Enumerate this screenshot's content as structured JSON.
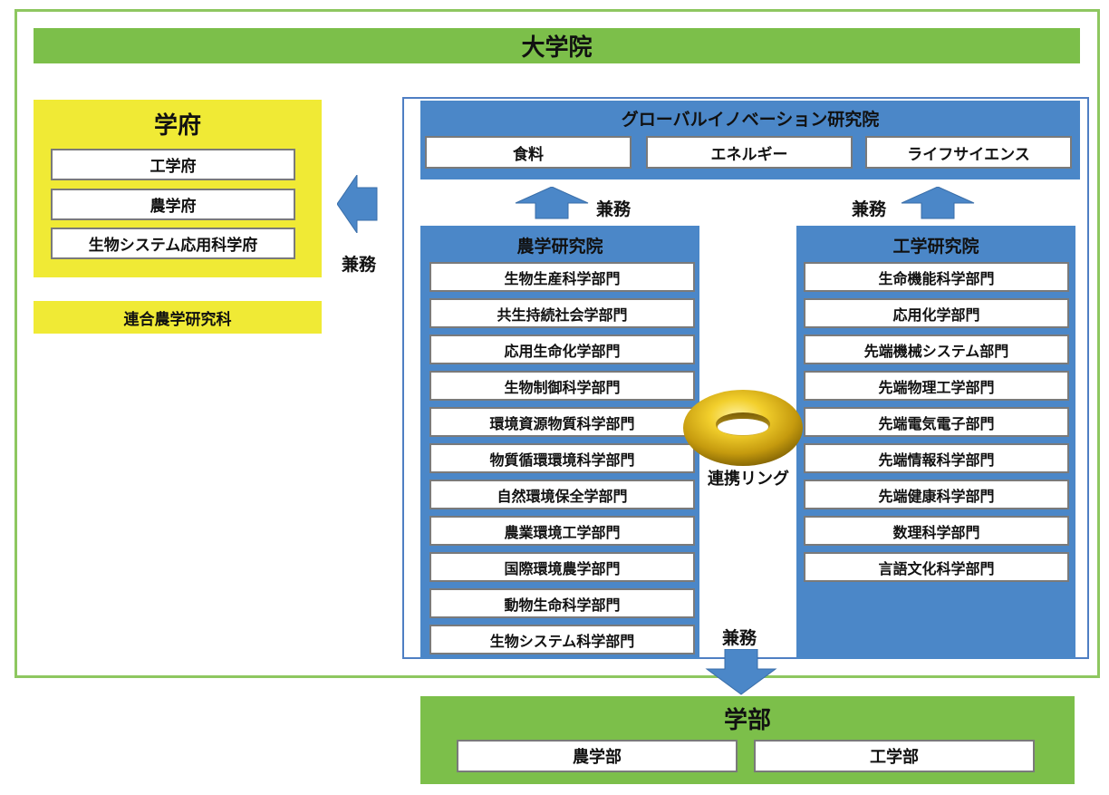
{
  "graduate_school": {
    "title": "大学院"
  },
  "gakufu": {
    "title": "学府",
    "items": [
      "工学府",
      "農学府",
      "生物システム応用科学府"
    ]
  },
  "rengo": {
    "label": "連合農学研究科"
  },
  "kenmu": {
    "label": "兼務"
  },
  "global_innovation": {
    "title": "グローバルイノベーション研究院",
    "items": [
      "食料",
      "エネルギー",
      "ライフサイエンス"
    ]
  },
  "agri_research": {
    "title": "農学研究院",
    "items": [
      "生物生産科学部門",
      "共生持続社会学部門",
      "応用生命化学部門",
      "生物制御科学部門",
      "環境資源物質科学部門",
      "物質循環環境科学部門",
      "自然環境保全学部門",
      "農業環境工学部門",
      "国際環境農学部門",
      "動物生命科学部門",
      "生物システム科学部門"
    ]
  },
  "eng_research": {
    "title": "工学研究院",
    "items": [
      "生命機能科学部門",
      "応用化学部門",
      "先端機械システム部門",
      "先端物理工学部門",
      "先端電気電子部門",
      "先端情報科学部門",
      "先端健康科学部門",
      "数理科学部門",
      "言語文化科学部門"
    ]
  },
  "ring": {
    "label": "連携リング"
  },
  "gakubu": {
    "title": "学部",
    "items": [
      "農学部",
      "工学部"
    ]
  },
  "colors": {
    "green": "#7cbf4a",
    "yellow": "#f0ea35",
    "blue": "#4b87c8",
    "gold": "#d9b61e"
  }
}
